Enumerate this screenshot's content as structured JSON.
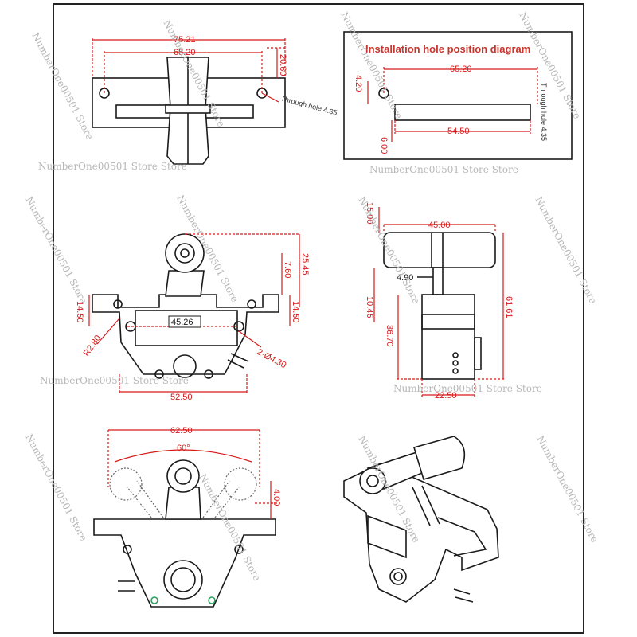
{
  "watermark": "NumberOne00501 Store Store",
  "watermark_short": "NumberOne00501 Store",
  "top_view": {
    "dims": [
      "75.21",
      "65.20",
      "20.60"
    ],
    "note": "Through hole 4.35"
  },
  "install_diagram": {
    "title": "Installation hole position diagram",
    "dims": [
      "65.20",
      "4.20",
      "6.00",
      "54.50"
    ],
    "note": "Through hole 4.35"
  },
  "front_view": {
    "dims": [
      "7.60",
      "25.45",
      "14.50",
      "14.50",
      "45.26",
      "R2.80",
      "52.50",
      "2-Ø4.30"
    ]
  },
  "side_view": {
    "dims": [
      "15.00",
      "45.00",
      "4.90",
      "10.45",
      "36.70",
      "61.61",
      "22.50"
    ]
  },
  "angle_view": {
    "dims": [
      "62.50",
      "60°",
      "4.00"
    ]
  },
  "colors": {
    "dimension": "#d61a1a",
    "line": "#1a1a1a",
    "title": "#c8362d",
    "watermark": "#b8b8b8"
  }
}
